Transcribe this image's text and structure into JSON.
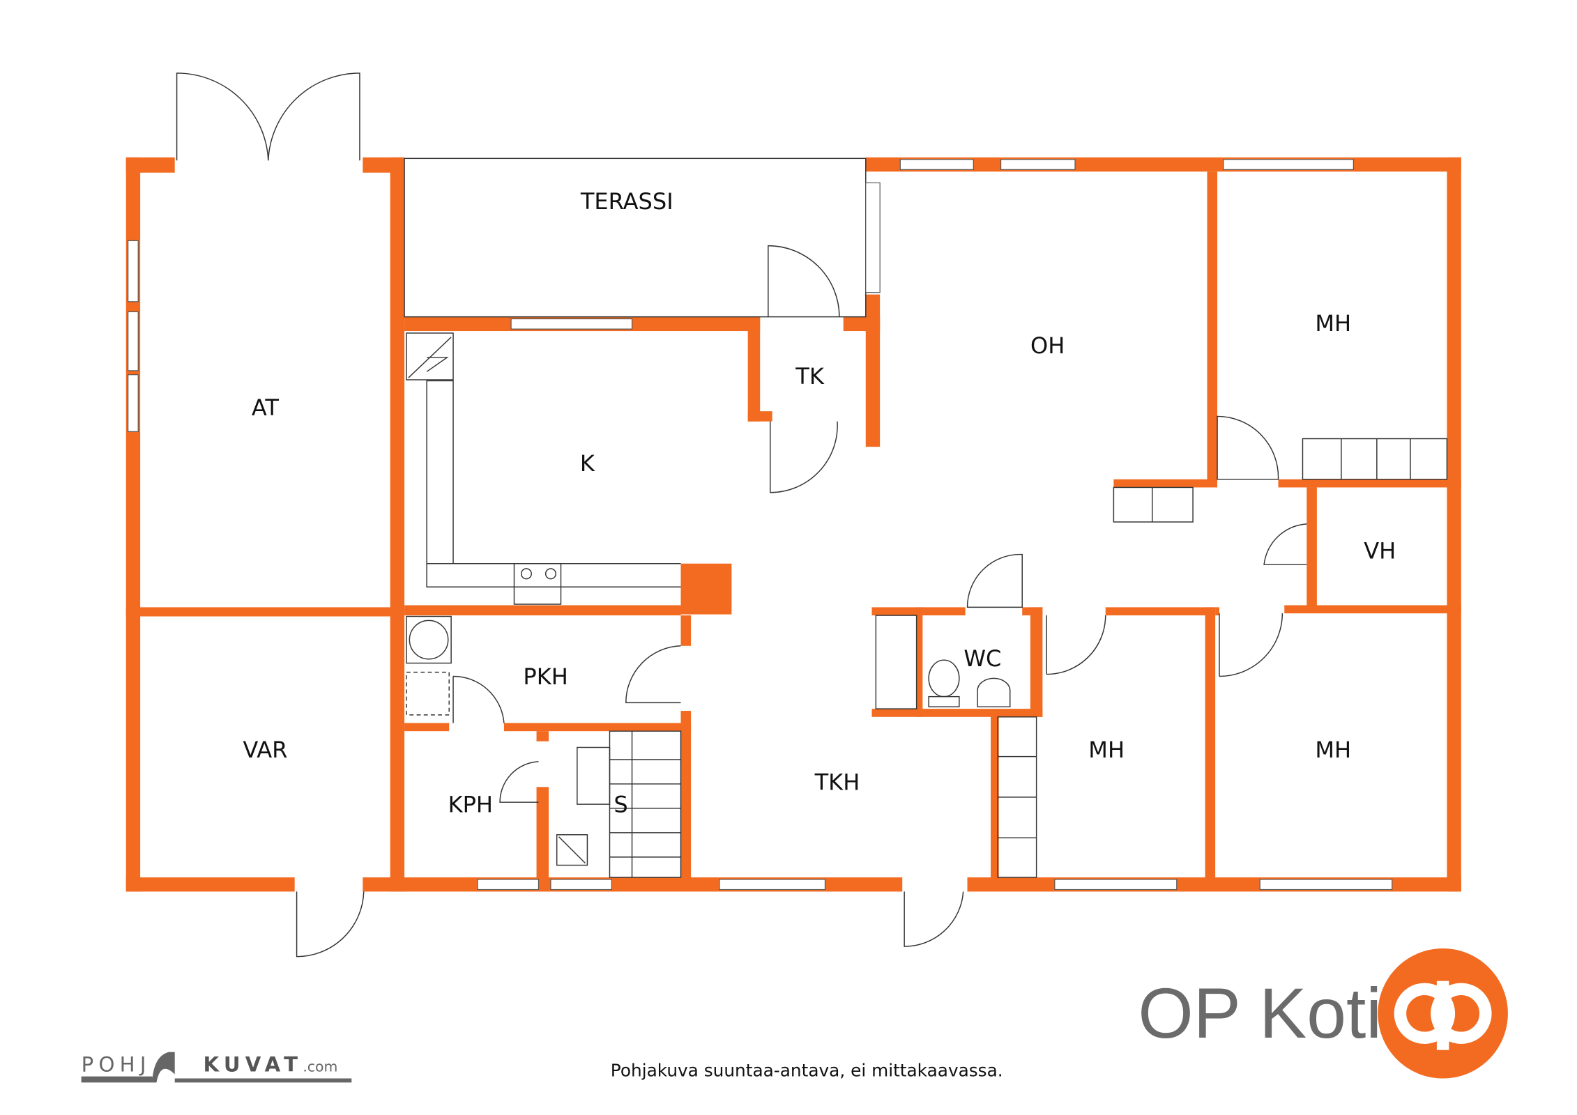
{
  "rooms": {
    "at": "AT",
    "terassi": "TERASSI",
    "oh": "OH",
    "mh1": "MH",
    "tk": "TK",
    "k": "K",
    "vh": "VH",
    "wc": "WC",
    "pkh": "PKH",
    "var": "VAR",
    "kph": "KPH",
    "s": "S",
    "tkh": "TKH",
    "mh2": "MH",
    "mh3": "MH"
  },
  "footer": {
    "note": "Pohjakuva suuntaa-antava, ei mittakaavassa.",
    "pohjakuvat_left": "POHJ",
    "pohjakuvat_right": "KUVAT",
    "pohjakuvat_domain": ".com",
    "brand": "OP Koti"
  },
  "colors": {
    "wall": "#F26B21",
    "brand_text": "#6b6b6b"
  }
}
